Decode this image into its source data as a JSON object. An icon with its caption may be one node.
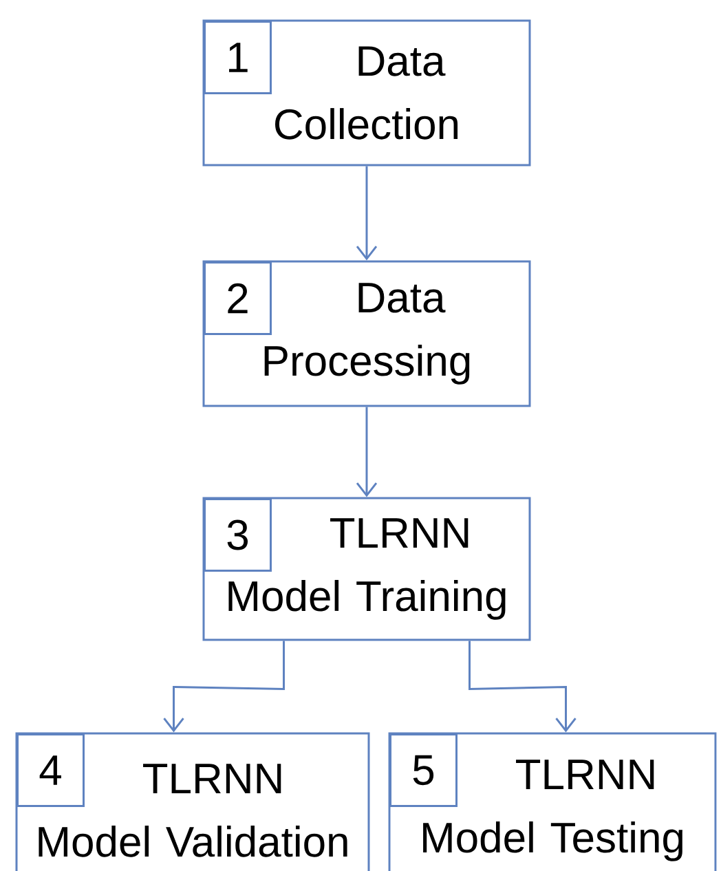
{
  "diagram": {
    "nodes": [
      {
        "text": [
          "1",
          "Data Collection"
        ]
      },
      {
        "text": [
          "2",
          "Data Processing"
        ]
      },
      {
        "text": [
          "3",
          "TLRNN Model Training"
        ]
      },
      {
        "text": [
          "4",
          "TLRNN Model Validation"
        ]
      },
      {
        "text": [
          "5",
          "TLRNN Model Testing"
        ]
      }
    ],
    "edges": [
      {
        "from": 0,
        "to": 1,
        "arrow": "to"
      },
      {
        "from": 1,
        "to": 2,
        "arrow": "to"
      },
      {
        "from": 2,
        "to": 3,
        "arrow": "to"
      },
      {
        "from": 2,
        "to": 4,
        "arrow": "to"
      }
    ]
  }
}
